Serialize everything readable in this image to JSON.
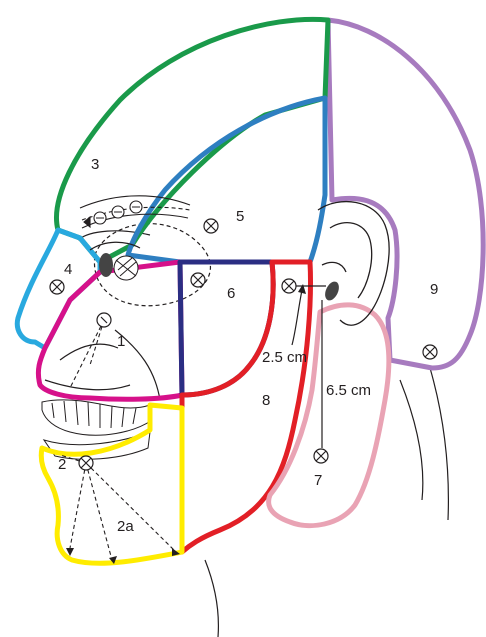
{
  "labels": {
    "region_1": "1",
    "region_2": "2",
    "region_2a": "2a",
    "region_3": "3",
    "region_4": "4",
    "region_5": "5",
    "region_6": "6",
    "region_7": "7",
    "region_8": "8",
    "region_9": "9"
  },
  "measurements": {
    "horizontal": "2.5 cm",
    "vertical": "6.5 cm"
  },
  "colors": {
    "green": "#1a9a4a",
    "blue": "#2e7fc1",
    "purple": "#a77bbf",
    "cyan": "#29a9df",
    "magenta": "#d6118a",
    "navy": "#2b2e83",
    "red": "#e21f26",
    "yellow": "#ffec00",
    "pink": "#e9a3b4",
    "outline": "#231f20"
  }
}
